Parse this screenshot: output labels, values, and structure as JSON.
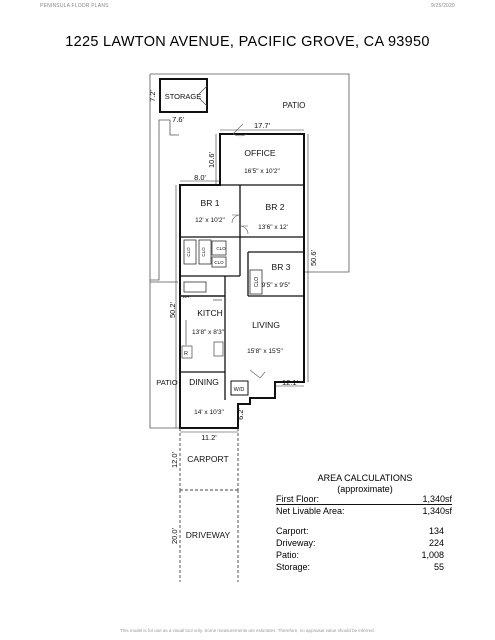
{
  "header": {
    "company": "PENINSULA FLOOR PLANS",
    "date": "9/25/2020"
  },
  "title": "1225 LAWTON AVENUE, PACIFIC GROVE, CA  93950",
  "rooms": {
    "storage": "STORAGE",
    "patio_top": "PATIO",
    "office": "OFFICE",
    "office_dim": "16'5\" x 10'2\"",
    "br1": "BR 1",
    "br1_dim": "12' x 10'2\"",
    "br2": "BR 2",
    "br2_dim": "13'6\" x 12'",
    "br3": "BR 3",
    "br3_dim": "9'5\" x 9'5\"",
    "kitchen": "KITCH",
    "kitchen_dim": "13'8\" x 8'3\"",
    "living": "LIVING",
    "living_dim": "15'8\" x 15'5\"",
    "dining": "DINING",
    "dining_dim": "14' x 10'3\"",
    "patio_left": "PATIO",
    "carport": "CARPORT",
    "driveway": "DRIVEWAY",
    "wd": "W/D",
    "clo_a": "CLO",
    "clo_b": "CLO",
    "clo_c": "CLO",
    "clo_d": "CLO",
    "clo_e": "CLO",
    "fridge": "R",
    "wh": "WH"
  },
  "dimensions": {
    "storage_h": "7.2'",
    "storage_w": "7.6'",
    "office_w": "17.7'",
    "office_h": "10.6'",
    "step_w": "8.0'",
    "right_h": "50.6'",
    "left_h": "50.2'",
    "right_bottom_w": "12.1'",
    "notch_h": "6.2'",
    "bottom_w": "11.2'",
    "carport_h": "12.0'",
    "driveway_h": "20.0'"
  },
  "area": {
    "title": "AREA CALCULATIONS",
    "subtitle": "(approximate)",
    "first_floor_label": "First  Floor:",
    "first_floor_value": "1,340sf",
    "net_label": "Net Livable Area:",
    "net_value": "1,340sf",
    "carport_label": "Carport:",
    "carport_value": "134",
    "driveway_label": "Driveway:",
    "driveway_value": "224",
    "patio_label": "Patio:",
    "patio_value": "1,008",
    "storage_label": "Storage:",
    "storage_value": "55"
  },
  "footer": "This model is for use as a visual tool only. Some measurements are estimates. Therefore, no appraisal value should be inferred."
}
